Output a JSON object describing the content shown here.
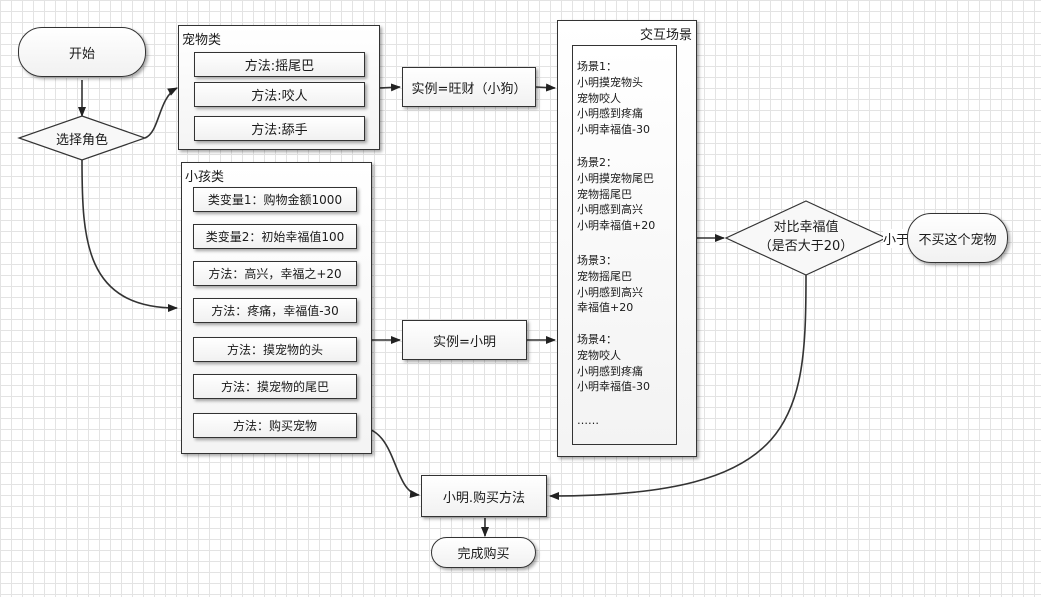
{
  "nodes": {
    "start": "开始",
    "select_role": "选择角色",
    "compare_line1": "对比幸福值",
    "compare_line2": "（是否大于20）",
    "less_than": "小于",
    "no_buy": "不买这个宠物",
    "instance_pet": "实例=旺财（小狗）",
    "instance_child": "实例=小明",
    "buy_method": "小明.购买方法",
    "done": "完成购买"
  },
  "pet_class": {
    "title": "宠物类",
    "methods": [
      "方法:摇尾巴",
      "方法:咬人",
      "方法:舔手"
    ]
  },
  "child_class": {
    "title": "小孩类",
    "items": [
      "类变量1：购物金额1000",
      "类变量2：初始幸福值100",
      "方法：高兴，幸福之+20",
      "方法：疼痛，幸福值-30",
      "方法：摸宠物的头",
      "方法：摸宠物的尾巴",
      "方法：购买宠物"
    ]
  },
  "interaction": {
    "title": "交互场景",
    "scenes": [
      {
        "title": "场景1：",
        "lines": [
          "小明摸宠物头",
          "宠物咬人",
          "小明感到疼痛",
          "小明幸福值-30"
        ]
      },
      {
        "title": "场景2：",
        "lines": [
          "小明摸宠物尾巴",
          "宠物摇尾巴",
          "小明感到高兴",
          "小明幸福值+20"
        ]
      },
      {
        "title": "场景3：",
        "lines": [
          "宠物摇尾巴",
          "小明感到高兴",
          "幸福值+20"
        ]
      },
      {
        "title": "场景4：",
        "lines": [
          "宠物咬人",
          "小明感到疼痛",
          "小明幸福值-30"
        ]
      }
    ],
    "ellipsis": "……"
  }
}
